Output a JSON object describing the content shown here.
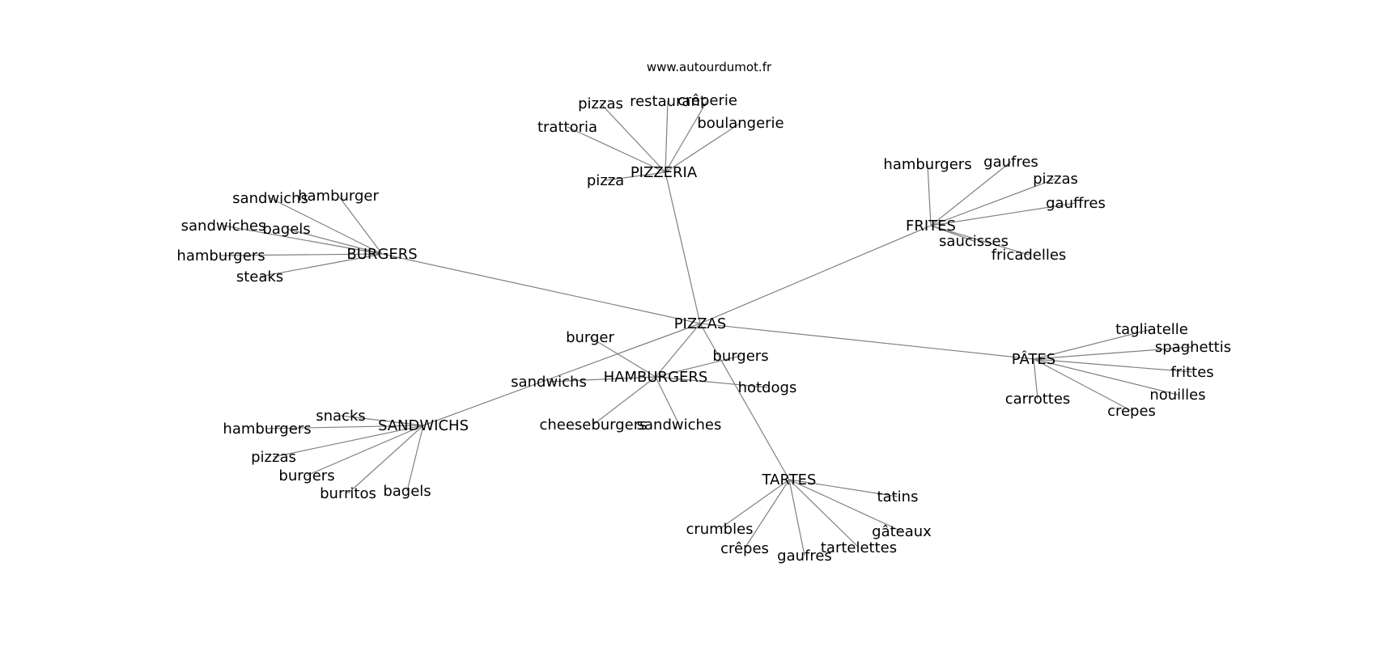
{
  "site_label": "www.autourdumot.fr",
  "root": {
    "id": "root",
    "label": "PIZZAS"
  },
  "hubs": [
    {
      "id": "pizzeria",
      "label": "PIZZERIA",
      "leaves": [
        "pizza",
        "trattoria",
        "pizzas",
        "restaurant",
        "crêperie",
        "boulangerie"
      ]
    },
    {
      "id": "burgers",
      "label": "BURGERS",
      "leaves": [
        "sandwichs",
        "hamburger",
        "sandwiches",
        "bagels",
        "hamburgers",
        "steaks"
      ]
    },
    {
      "id": "frites",
      "label": "FRITES",
      "leaves": [
        "hamburgers",
        "gaufres",
        "pizzas",
        "gauffres",
        "saucisses",
        "fricadelles"
      ]
    },
    {
      "id": "pates",
      "label": "PÂTES",
      "leaves": [
        "tagliatelle",
        "spaghettis",
        "frittes",
        "nouilles",
        "crepes",
        "carrottes"
      ]
    },
    {
      "id": "hamburgers",
      "label": "HAMBURGERS",
      "leaves": [
        "burger",
        "burgers",
        "hotdogs",
        "sandwichs",
        "cheeseburgers",
        "sandwiches"
      ]
    },
    {
      "id": "sandwichs",
      "label": "SANDWICHS",
      "leaves": [
        "snacks",
        "hamburgers",
        "pizzas",
        "burgers",
        "burritos",
        "bagels"
      ]
    },
    {
      "id": "tartes",
      "label": "TARTES",
      "leaves": [
        "tatins",
        "gâteaux",
        "tartelettes",
        "gaufres",
        "crêpes",
        "crumbles"
      ]
    }
  ]
}
